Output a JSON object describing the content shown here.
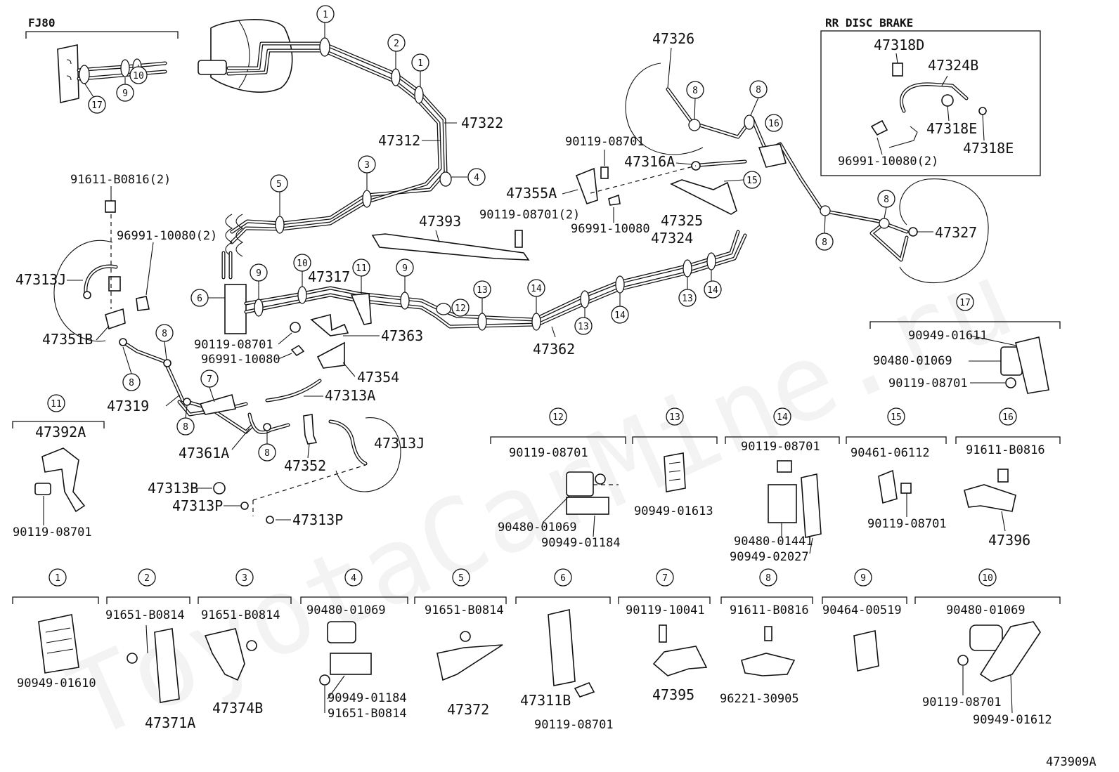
{
  "headers": {
    "fj80": "FJ80",
    "rr_disc": "RR DISC BRAKE"
  },
  "watermark": "ToyotaCarMine.ru",
  "ref_code": "473909A",
  "part_labels": {
    "p47322": "47322",
    "p47312": "47312",
    "p47393": "47393",
    "p47317": "47317",
    "p47363": "47363",
    "p47354": "47354",
    "p47313A": "47313A",
    "p47362": "47362",
    "p47319": "47319",
    "p47361A": "47361A",
    "p47352": "47352",
    "p47313J_left": "47313J",
    "p47313J_right": "47313J",
    "p47351B": "47351B",
    "p47326": "47326",
    "p47316A": "47316A",
    "p47355A": "47355A",
    "p47325": "47325",
    "p47324": "47324",
    "p47327": "47327",
    "p47318D": "47318D",
    "p47324B": "47324B",
    "p47318E_1": "47318E",
    "p47318E_2": "47318E",
    "p96991_rr": "96991-10080(2)",
    "p91611_top": "91611-B0816(2)",
    "p96991_left": "96991-10080(2)",
    "p90119_a": "90119-08701",
    "p90119_b": "90119-08701(2)",
    "p96991_c": "96991-10080",
    "p90119_mid": "90119-08701",
    "p96991_mid": "96991-10080",
    "p47313B": "47313B",
    "p47313P_1": "47313P",
    "p47313P_2": "47313P"
  },
  "callouts": [
    "1",
    "2",
    "1",
    "3",
    "4",
    "5",
    "6",
    "9",
    "10",
    "11",
    "9",
    "12",
    "13",
    "14",
    "13",
    "14",
    "13",
    "14",
    "15",
    "16",
    "8",
    "8",
    "8",
    "8",
    "8",
    "7",
    "8",
    "8",
    "8",
    "17",
    "10",
    "9"
  ],
  "groups": [
    {
      "num": "11",
      "labels": [
        "47392A",
        "90119-08701"
      ]
    },
    {
      "num": "12",
      "labels": [
        "90119-08701",
        "90480-01069",
        "90949-01184"
      ]
    },
    {
      "num": "13",
      "labels": [
        "90949-01613"
      ]
    },
    {
      "num": "14",
      "labels": [
        "90119-08701",
        "90480-01441",
        "90949-02027"
      ]
    },
    {
      "num": "15",
      "labels": [
        "90461-06112",
        "90119-08701"
      ]
    },
    {
      "num": "16",
      "labels": [
        "91611-B0816",
        "47396"
      ]
    },
    {
      "num": "17",
      "labels": [
        "90949-01611",
        "90480-01069",
        "90119-08701"
      ]
    },
    {
      "num": "1",
      "labels": [
        "90949-01610"
      ]
    },
    {
      "num": "2",
      "labels": [
        "91651-B0814",
        "47371A"
      ]
    },
    {
      "num": "3",
      "labels": [
        "91651-B0814",
        "47374B"
      ]
    },
    {
      "num": "4",
      "labels": [
        "90480-01069",
        "90949-01184",
        "91651-B0814"
      ]
    },
    {
      "num": "5",
      "labels": [
        "91651-B0814",
        "47372"
      ]
    },
    {
      "num": "6",
      "labels": [
        "47311B",
        "90119-08701"
      ]
    },
    {
      "num": "7",
      "labels": [
        "90119-10041",
        "47395"
      ]
    },
    {
      "num": "8",
      "labels": [
        "91611-B0816",
        "96221-30905"
      ]
    },
    {
      "num": "9",
      "labels": [
        "90464-00519"
      ]
    },
    {
      "num": "10",
      "labels": [
        "90480-01069",
        "90119-08701",
        "90949-01612"
      ]
    }
  ]
}
